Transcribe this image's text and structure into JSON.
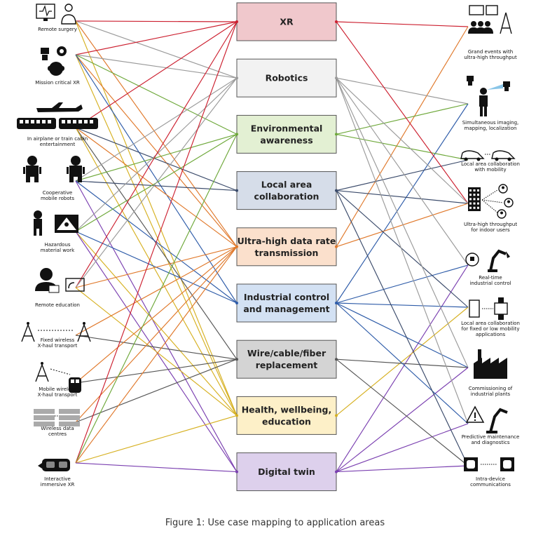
{
  "caption": "Figure 1: Use case mapping to application areas",
  "areas": [
    {
      "id": "xr",
      "lines": [
        "XR"
      ],
      "fill": "#f0c8cc",
      "color": "#cc1f2f"
    },
    {
      "id": "robotics",
      "lines": [
        "Robotics"
      ],
      "fill": "#f2f2f2",
      "color": "#9a9a9a"
    },
    {
      "id": "environmental",
      "lines": [
        "Environmental",
        "awareness"
      ],
      "fill": "#e3f0d3",
      "color": "#6ea83a"
    },
    {
      "id": "local",
      "lines": [
        "Local area",
        "collaboration"
      ],
      "fill": "#d6dde9",
      "color": "#3a4a6a"
    },
    {
      "id": "ultra",
      "lines": [
        "Ultra-high data rate",
        "transmission"
      ],
      "fill": "#fbe0cc",
      "color": "#e0782a"
    },
    {
      "id": "industrial",
      "lines": [
        "Industrial control",
        "and management"
      ],
      "fill": "#d3e1f3",
      "color": "#2d5ba8"
    },
    {
      "id": "wire",
      "lines": [
        "Wire/cable/fiber",
        "replacement"
      ],
      "fill": "#d4d4d4",
      "color": "#555555"
    },
    {
      "id": "health",
      "lines": [
        "Health, wellbeing,",
        "education"
      ],
      "fill": "#fdf0c8",
      "color": "#d6b020"
    },
    {
      "id": "twin",
      "lines": [
        "Digital twin"
      ],
      "fill": "#ddd0ec",
      "color": "#7a3fb0"
    }
  ],
  "left_use_cases": [
    {
      "lines": [
        "Remote surgery"
      ],
      "icon": "remote-surgery-icon"
    },
    {
      "lines": [
        "Mission critical XR"
      ],
      "icon": "mission-critical-xr-icon"
    },
    {
      "lines": [
        "In airplane or train cabin",
        "entertainment"
      ],
      "icon": "airplane-train-icon"
    },
    {
      "lines": [
        "Cooperative",
        "mobile robots"
      ],
      "icon": "cooperative-robots-icon"
    },
    {
      "lines": [
        "Hazardous",
        "material work"
      ],
      "icon": "hazardous-material-icon"
    },
    {
      "lines": [
        "Remote education"
      ],
      "icon": "remote-education-icon"
    },
    {
      "lines": [
        "Fixed wireless",
        "X-haul transport"
      ],
      "icon": "fixed-wireless-icon"
    },
    {
      "lines": [
        "Mobile wireless",
        "X-haul transport"
      ],
      "icon": "mobile-wireless-icon"
    },
    {
      "lines": [
        "Wireless data",
        "centres"
      ],
      "icon": "data-centre-icon"
    },
    {
      "lines": [
        "Interactive",
        "immersive XR"
      ],
      "icon": "vr-headset-icon"
    }
  ],
  "right_use_cases": [
    {
      "lines": [
        "Grand events with",
        "ultra-high throughput"
      ],
      "icon": "grand-events-icon"
    },
    {
      "lines": [
        "Simultaneous imaging,",
        "mapping, localization"
      ],
      "icon": "imaging-mapping-icon"
    },
    {
      "lines": [
        "Local area collaboration",
        "with mobility"
      ],
      "icon": "cars-collaboration-icon"
    },
    {
      "lines": [
        "Ultra-high throughput",
        "for indoor users"
      ],
      "icon": "indoor-users-icon"
    },
    {
      "lines": [
        "Real-time",
        "industrial control"
      ],
      "icon": "industrial-control-icon"
    },
    {
      "lines": [
        "Local area collaboration",
        "for fixed or low mobility",
        "applications"
      ],
      "icon": "low-mobility-icon"
    },
    {
      "lines": [
        "Commissioning of",
        "industrial plants"
      ],
      "icon": "factory-icon"
    },
    {
      "lines": [
        "Predictive maintenance",
        "and diagnostics"
      ],
      "icon": "predictive-maintenance-icon"
    },
    {
      "lines": [
        "Intra-device",
        "communications"
      ],
      "icon": "intra-device-icon"
    }
  ],
  "connections": [
    [
      "remote-surgery",
      "xr"
    ],
    [
      "remote-surgery",
      "robotics"
    ],
    [
      "remote-surgery",
      "ultra"
    ],
    [
      "remote-surgery",
      "health"
    ],
    [
      "mission-critical-xr",
      "xr"
    ],
    [
      "mission-critical-xr",
      "robotics"
    ],
    [
      "mission-critical-xr",
      "environmental"
    ],
    [
      "mission-critical-xr",
      "ultra"
    ],
    [
      "mission-critical-xr",
      "health"
    ],
    [
      "mission-critical-xr",
      "industrial"
    ],
    [
      "cabin-entertainment",
      "xr"
    ],
    [
      "cabin-entertainment",
      "local"
    ],
    [
      "cabin-entertainment",
      "ultra"
    ],
    [
      "cabin-entertainment",
      "wire"
    ],
    [
      "cabin-entertainment",
      "health"
    ],
    [
      "cooperative-robots",
      "robotics"
    ],
    [
      "cooperative-robots",
      "environmental"
    ],
    [
      "cooperative-robots",
      "local"
    ],
    [
      "cooperative-robots",
      "industrial"
    ],
    [
      "cooperative-robots",
      "twin"
    ],
    [
      "hazardous-material",
      "robotics"
    ],
    [
      "hazardous-material",
      "environmental"
    ],
    [
      "hazardous-material",
      "industrial"
    ],
    [
      "hazardous-material",
      "health"
    ],
    [
      "hazardous-material",
      "twin"
    ],
    [
      "remote-education",
      "xr"
    ],
    [
      "remote-education",
      "robotics"
    ],
    [
      "remote-education",
      "ultra"
    ],
    [
      "remote-education",
      "health"
    ],
    [
      "fixed-wireless",
      "ultra"
    ],
    [
      "fixed-wireless",
      "wire"
    ],
    [
      "mobile-wireless",
      "ultra"
    ],
    [
      "mobile-wireless",
      "wire"
    ],
    [
      "data-centres",
      "ultra"
    ],
    [
      "data-centres",
      "wire"
    ],
    [
      "immersive-xr",
      "xr"
    ],
    [
      "immersive-xr",
      "environmental"
    ],
    [
      "immersive-xr",
      "ultra"
    ],
    [
      "immersive-xr",
      "health"
    ],
    [
      "immersive-xr",
      "twin"
    ],
    [
      "grand-events",
      "xr"
    ],
    [
      "grand-events",
      "ultra"
    ],
    [
      "imaging-mapping",
      "robotics"
    ],
    [
      "imaging-mapping",
      "environmental"
    ],
    [
      "imaging-mapping",
      "industrial"
    ],
    [
      "cars-collaboration",
      "local"
    ],
    [
      "cars-collaboration",
      "environmental"
    ],
    [
      "indoor-users",
      "xr"
    ],
    [
      "indoor-users",
      "local"
    ],
    [
      "indoor-users",
      "ultra"
    ],
    [
      "indoor-users",
      "robotics"
    ],
    [
      "industrial-control",
      "robotics"
    ],
    [
      "industrial-control",
      "industrial"
    ],
    [
      "industrial-control",
      "twin"
    ],
    [
      "low-mobility",
      "local"
    ],
    [
      "low-mobility",
      "industrial"
    ],
    [
      "low-mobility",
      "health"
    ],
    [
      "factory",
      "robotics"
    ],
    [
      "factory",
      "industrial"
    ],
    [
      "factory",
      "wire"
    ],
    [
      "factory",
      "twin"
    ],
    [
      "predictive-maintenance",
      "robotics"
    ],
    [
      "predictive-maintenance",
      "industrial"
    ],
    [
      "predictive-maintenance",
      "twin"
    ],
    [
      "intra-device",
      "wire"
    ],
    [
      "intra-device",
      "twin"
    ],
    [
      "intra-device",
      "local"
    ]
  ]
}
